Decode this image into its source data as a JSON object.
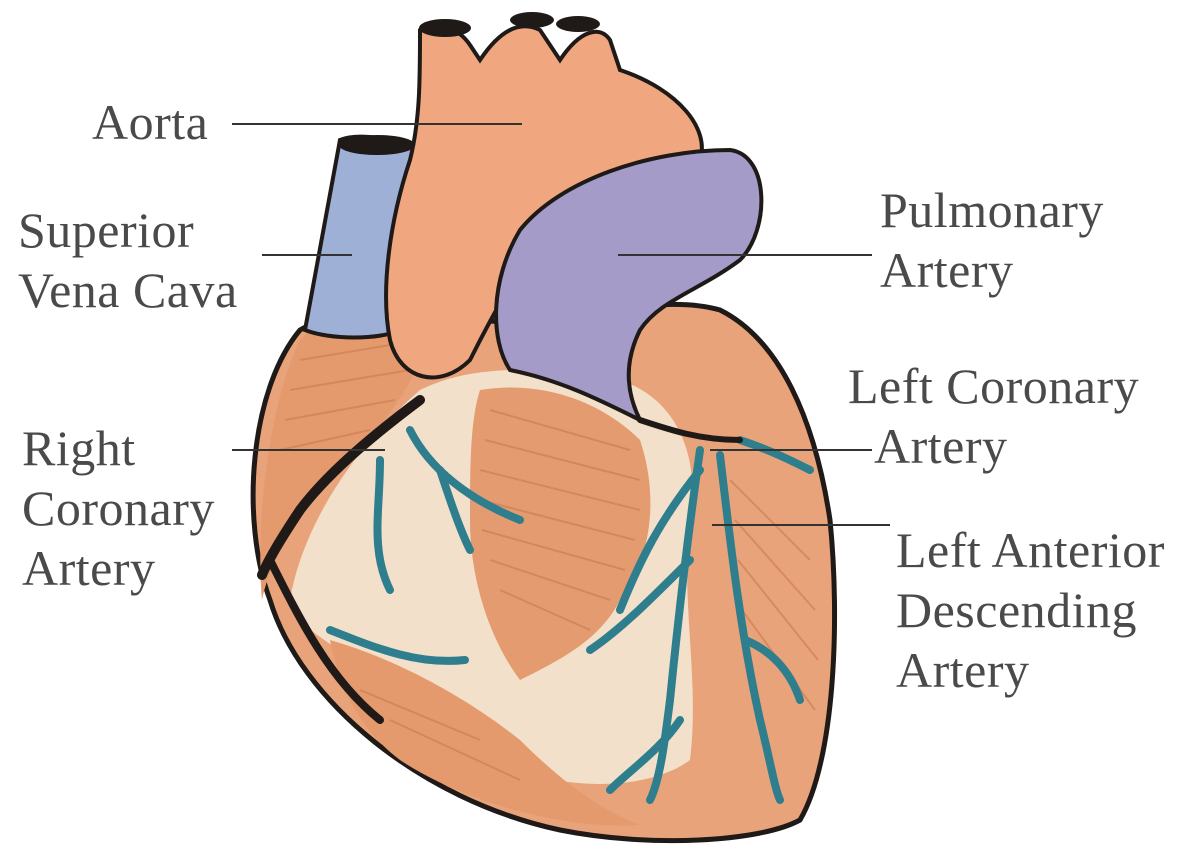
{
  "colors": {
    "background": "#ffffff",
    "label_text": "#4a4a4a",
    "leader_line": "#333333",
    "muscle": "#e8a37a",
    "muscle_dark": "#c9774c",
    "aorta": "#f0a77f",
    "vena_cava": "#9fb0d6",
    "pulmonary_artery": "#a49bc8",
    "fat": "#f3e4cf",
    "coronary_vessel": "#2f7e8e",
    "outline": "#1f1a18"
  },
  "labels": {
    "aorta": "Aorta",
    "superior_vena_cava": [
      "Superior",
      "Vena Cava"
    ],
    "right_coronary_artery": [
      "Right",
      "Coronary",
      "Artery"
    ],
    "pulmonary_artery": [
      "Pulmonary",
      "Artery"
    ],
    "left_coronary_artery": [
      "Left Coronary",
      "Artery"
    ],
    "left_anterior_descending_artery": [
      "Left Anterior",
      "Descending",
      "Artery"
    ]
  }
}
